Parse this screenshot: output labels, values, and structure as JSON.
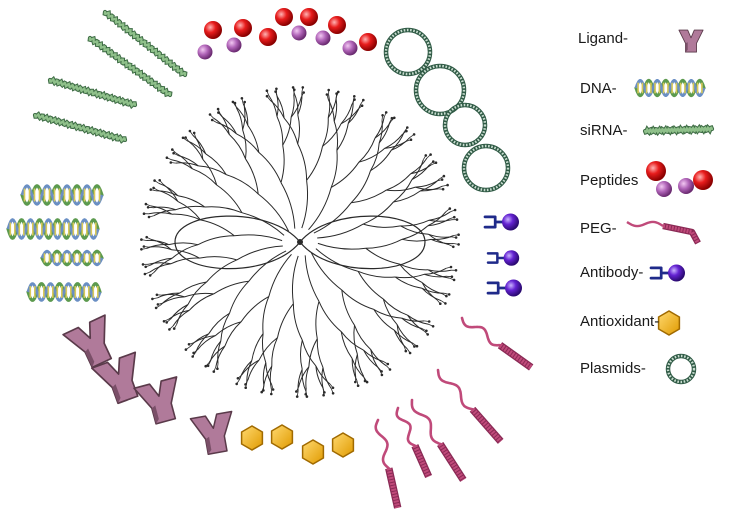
{
  "legend": [
    {
      "key": "ligand",
      "label": "Ligand-",
      "icon": "ligand-icon"
    },
    {
      "key": "dna",
      "label": "DNA-",
      "icon": "dna-helix-icon"
    },
    {
      "key": "sirna",
      "label": "siRNA-",
      "icon": "sirna-strand-icon"
    },
    {
      "key": "peptides",
      "label": "Peptides",
      "icon": "peptide-spheres-icon"
    },
    {
      "key": "peg",
      "label": "PEG-",
      "icon": "peg-chain-icon"
    },
    {
      "key": "antibody",
      "label": "Antibody-",
      "icon": "antibody-icon"
    },
    {
      "key": "antioxidant",
      "label": "Antioxidant-",
      "icon": "antioxidant-hexagon-icon"
    },
    {
      "key": "plasmids",
      "label": "Plasmids-",
      "icon": "plasmid-ring-icon"
    }
  ],
  "colors": {
    "ligand": "#b07a9a",
    "ligand_edge": "#5a3a4a",
    "dna_green": "#7bb35f",
    "dna_yellow": "#d9c95a",
    "dna_blue": "#6a8fc4",
    "sirna": "#5f8a62",
    "peptide_red": "#e01818",
    "peptide_purple": "#b060b8",
    "peg": "#c04a7a",
    "antibody_stem": "#1f2a8a",
    "antibody_ball": "#5a1fc0",
    "antioxidant": "#f2b418",
    "plasmid": "#3e6b55",
    "dendrimer": "#2a2a2a"
  }
}
